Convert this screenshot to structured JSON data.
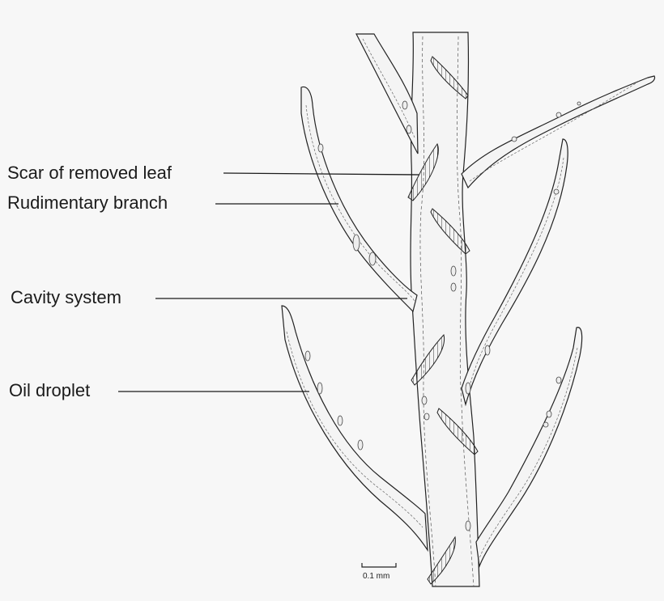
{
  "labels": {
    "scar": "Scar of removed leaf",
    "rudimentary_branch": "Rudimentary branch",
    "cavity_system": "Cavity system",
    "oil_droplet": "Oil droplet"
  },
  "scale_bar": {
    "text": "0.1 mm"
  },
  "colors": {
    "background": "#f7f7f7",
    "ink": "#1b1b1b",
    "fill": "#f4f4f4"
  }
}
